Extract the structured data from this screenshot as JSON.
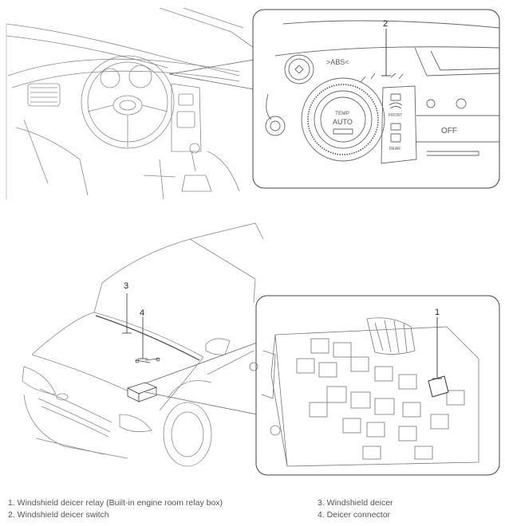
{
  "callouts": {
    "c1": "1",
    "c2": "2",
    "c3": "3",
    "c4": "4"
  },
  "panel_text": {
    "abs": ">ABS<",
    "temp": "TEMP",
    "auto": "AUTO",
    "front": "FRONT",
    "rear": "REAR",
    "off": "OFF"
  },
  "legend": {
    "items": [
      "1. Windshield deicer relay (Built-in engine room relay box)",
      "2. Windshield deicer switch",
      "3. Windshield deicer",
      "4. Deicer connector"
    ]
  }
}
